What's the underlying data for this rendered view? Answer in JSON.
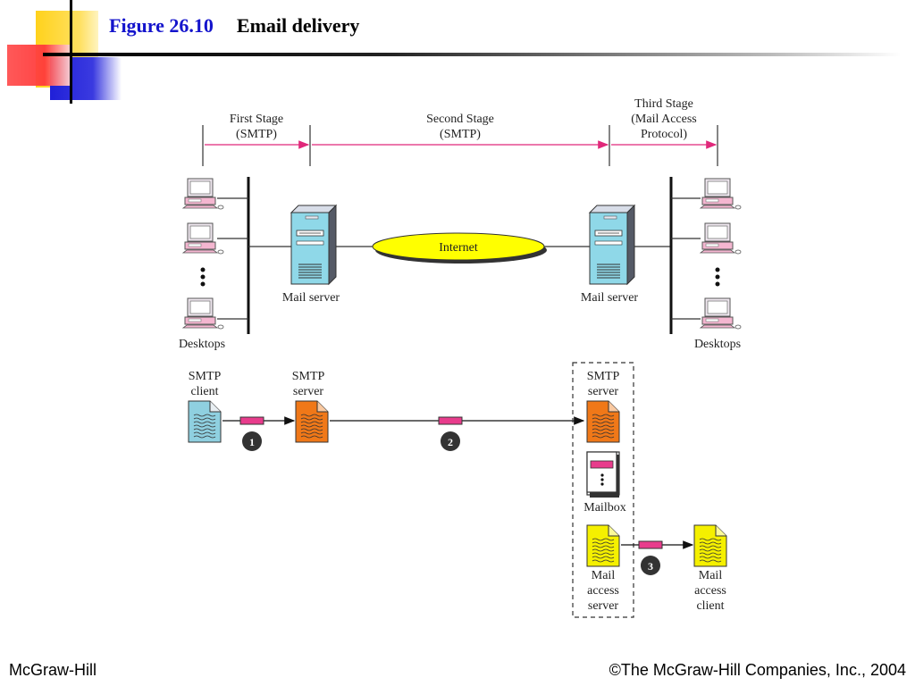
{
  "slide": {
    "figure_number": "Figure 26.10",
    "title": "Email delivery"
  },
  "stages": [
    {
      "lines": [
        "First Stage",
        "(SMTP)"
      ]
    },
    {
      "lines": [
        "Second Stage",
        "(SMTP)"
      ]
    },
    {
      "lines": [
        "Third Stage",
        "(Mail Access",
        "Protocol)"
      ]
    }
  ],
  "network": {
    "left_server_label": "Mail server",
    "right_server_label": "Mail server",
    "internet_label": "Internet",
    "left_desktops_label": "Desktops",
    "right_desktops_label": "Desktops"
  },
  "flow": {
    "smtp_client": [
      "SMTP",
      "client"
    ],
    "smtp_server_1": [
      "SMTP",
      "server"
    ],
    "smtp_server_2": [
      "SMTP",
      "server"
    ],
    "mailbox": "Mailbox",
    "mail_access_server": [
      "Mail",
      "access",
      "server"
    ],
    "mail_access_client": [
      "Mail",
      "access",
      "client"
    ],
    "steps": [
      "1",
      "2",
      "3"
    ]
  },
  "footer": {
    "left": "McGraw-Hill",
    "right": "©The McGraw-Hill Companies, Inc., 2004"
  },
  "colors": {
    "title_blue": "#1414cc",
    "stage_arrow": "#e0287a",
    "internet_fill": "#ffff00",
    "server_fill": "#8fd8e8",
    "smtp_doc": "#f07818",
    "client_doc": "#8fd0e0",
    "mail_doc": "#f5f000",
    "packet": "#e83c8c"
  }
}
